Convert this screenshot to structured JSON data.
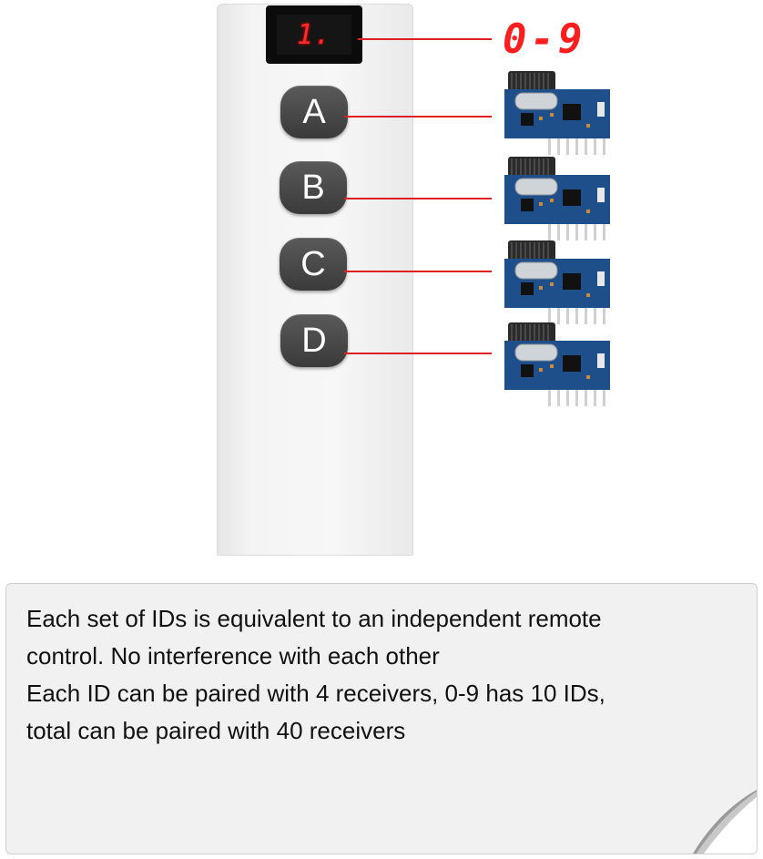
{
  "remote": {
    "display_digit": "1.",
    "buttons": [
      "A",
      "B",
      "C",
      "D"
    ]
  },
  "id_range": "0-9",
  "info": {
    "line1": "Each set of IDs is equivalent to an independent remote",
    "line2": "control. No interference with each other",
    "line3": "Each ID can be paired with 4 receivers, 0-9 has 10 IDs,",
    "line4": "total can be paired with 40 receivers"
  },
  "colors": {
    "display_red": "#ff2a2a",
    "button_dark": "#444444",
    "pcb_blue": "#1f4f8a",
    "line_red": "#e02020"
  }
}
